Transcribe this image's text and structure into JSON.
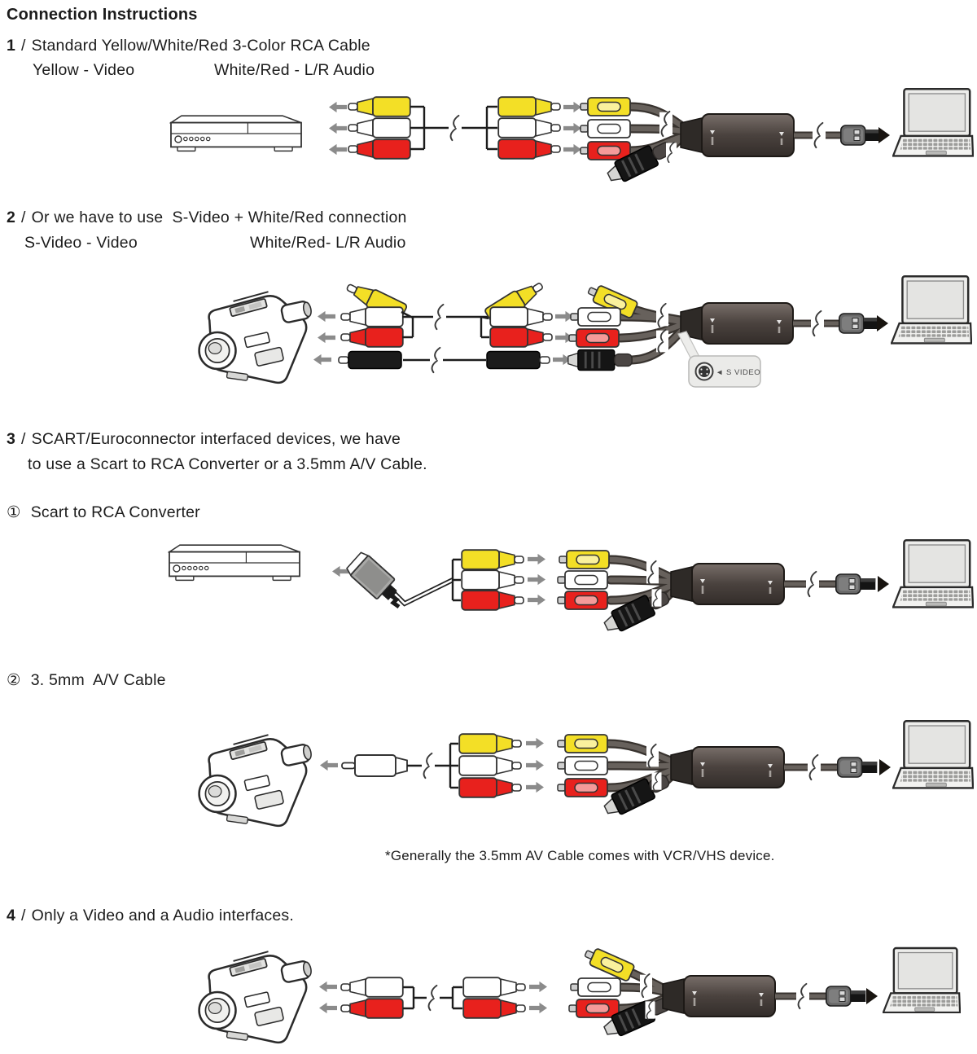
{
  "title": "Connection Instructions",
  "sections": {
    "s1": {
      "num": "1",
      "sep": "/",
      "heading": "Standard Yellow/White/Red 3-Color RCA Cable",
      "sub_left": "Yellow - Video",
      "sub_right": "White/Red - L/R Audio"
    },
    "s2": {
      "num": "2",
      "sep": "/",
      "heading": "Or we have to use  S-Video + White/Red connection",
      "sub_left": "S-Video - Video",
      "sub_right": "White/Red- L/R Audio"
    },
    "s3": {
      "num": "3",
      "sep": "/",
      "heading_line1": "SCART/Euroconnector interfaced devices, we have",
      "heading_line2": "to use a Scart to RCA Converter or a 3.5mm A/V Cable.",
      "option1_num": "①",
      "option1": "Scart to RCA Converter",
      "option2_num": "②",
      "option2": "3. 5mm  A/V Cable",
      "note": "*Generally the 3.5mm AV Cable comes with VCR/VHS device."
    },
    "s4": {
      "num": "4",
      "sep": "/",
      "heading": "Only a Video and a Audio interfaces."
    }
  },
  "callout": {
    "s_video_label": "◄ S VIDEO"
  },
  "colors": {
    "rca_yellow": "#f3df26",
    "rca_red": "#e8211d",
    "rca_white": "#ffffff",
    "arrow_gray": "#8b8b8b",
    "cable_gray": "#67615c",
    "cable_outline": "#38332f",
    "box_dark": "#453e3a"
  }
}
